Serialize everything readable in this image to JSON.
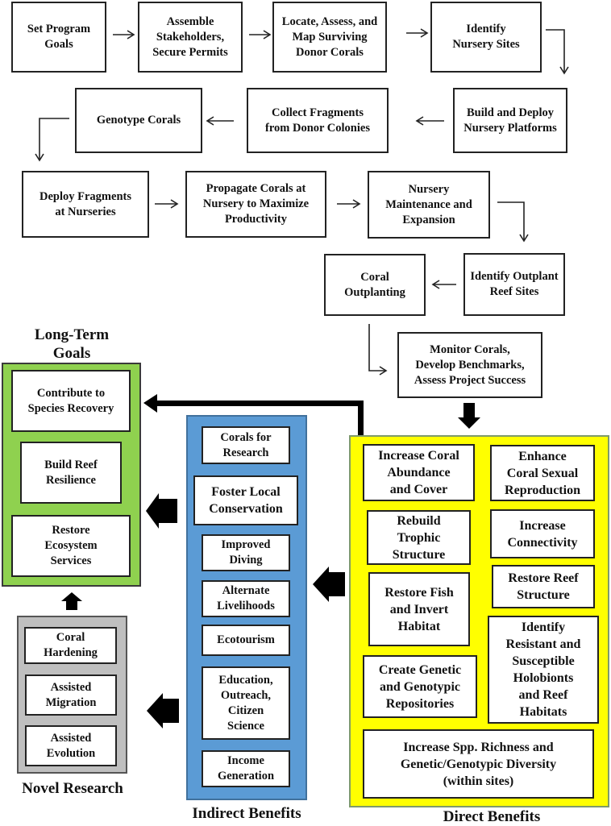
{
  "flow": {
    "row1": [
      "Set Program\nGoals",
      "Assemble\nStakeholders,\nSecure Permits",
      "Locate, Assess, and\nMap Surviving\nDonor Corals",
      "Identify\nNursery Sites"
    ],
    "row2": [
      "Build and Deploy\nNursery Platforms",
      "Collect Fragments\nfrom Donor Colonies",
      "Genotype Corals"
    ],
    "row3": [
      "Deploy Fragments\nat Nurseries",
      "Propagate Corals at\nNursery to Maximize\nProductivity",
      "Nursery\nMaintenance and\nExpansion"
    ],
    "row4": [
      "Identify Outplant\nReef Sites",
      "Coral\nOutplanting"
    ],
    "monitor": "Monitor Corals,\nDevelop Benchmarks,\nAssess Project Success"
  },
  "long_term": {
    "title": "Long-Term\nGoals",
    "items": [
      "Contribute to\nSpecies Recovery",
      "Build Reef\nResilience",
      "Restore\nEcosystem\nServices"
    ],
    "color": "#8fd14f"
  },
  "novel": {
    "title": "Novel Research",
    "items": [
      "Coral\nHardening",
      "Assisted\nMigration",
      "Assisted\nEvolution"
    ],
    "color": "#bfbfbf"
  },
  "indirect": {
    "title": "Indirect Benefits",
    "items": [
      "Corals for\nResearch",
      "Foster Local\nConservation",
      "Improved\nDiving",
      "Alternate\nLivelihoods",
      "Ecotourism",
      "Education,\nOutreach,\nCitizen\nScience",
      "Income\nGeneration"
    ],
    "color": "#5b9bd5"
  },
  "direct": {
    "title": "Direct Benefits",
    "items": [
      "Increase Coral\nAbundance\nand Cover",
      "Enhance\nCoral Sexual\nReproduction",
      "Rebuild\nTrophic\nStructure",
      "Increase\nConnectivity",
      "Restore Fish\nand Invert\nHabitat",
      "Restore Reef\nStructure",
      "Create Genetic\nand Genotypic\nRepositories",
      "Identify\nResistant and\nSusceptible\nHolobionts\nand Reef\nHabitats",
      "Increase Spp. Richness and\nGenetic/Genotypic Diversity\n(within sites)"
    ],
    "color": "#ffff00"
  }
}
